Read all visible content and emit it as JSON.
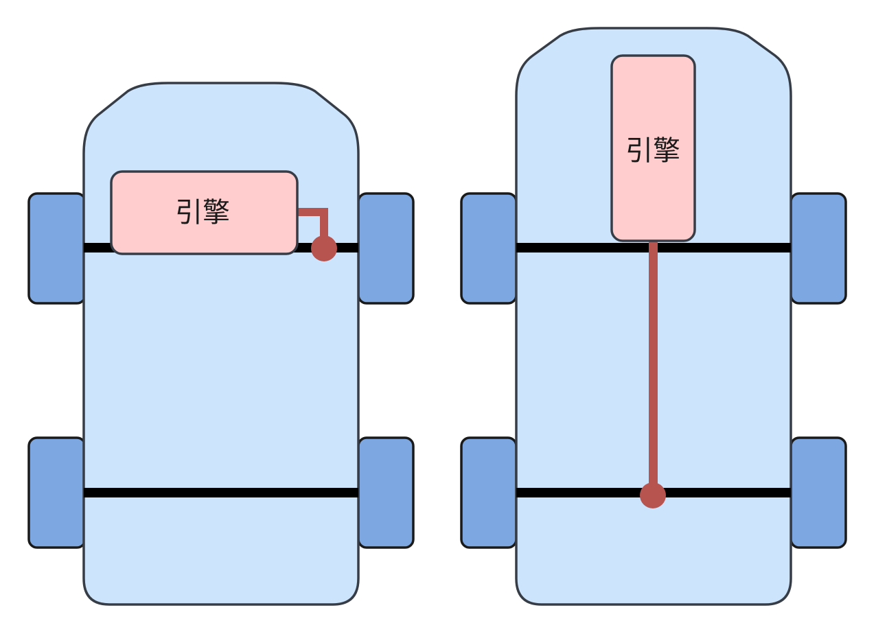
{
  "diagrams": [
    {
      "id": "left-car",
      "layout": "transverse",
      "engine": {
        "label": "引擎"
      },
      "wheels": [
        "front-left",
        "front-right",
        "rear-left",
        "rear-right"
      ]
    },
    {
      "id": "right-car",
      "layout": "longitudinal",
      "engine": {
        "label": "引擎"
      },
      "wheels": [
        "front-left",
        "front-right",
        "rear-left",
        "rear-right"
      ]
    }
  ],
  "colors": {
    "body": "#cce4fc",
    "outline": "#363d46",
    "wheel": "#7da7e0",
    "axle": "#000000",
    "engine": "#ffcdcd",
    "drivetrain": "#b85450"
  }
}
